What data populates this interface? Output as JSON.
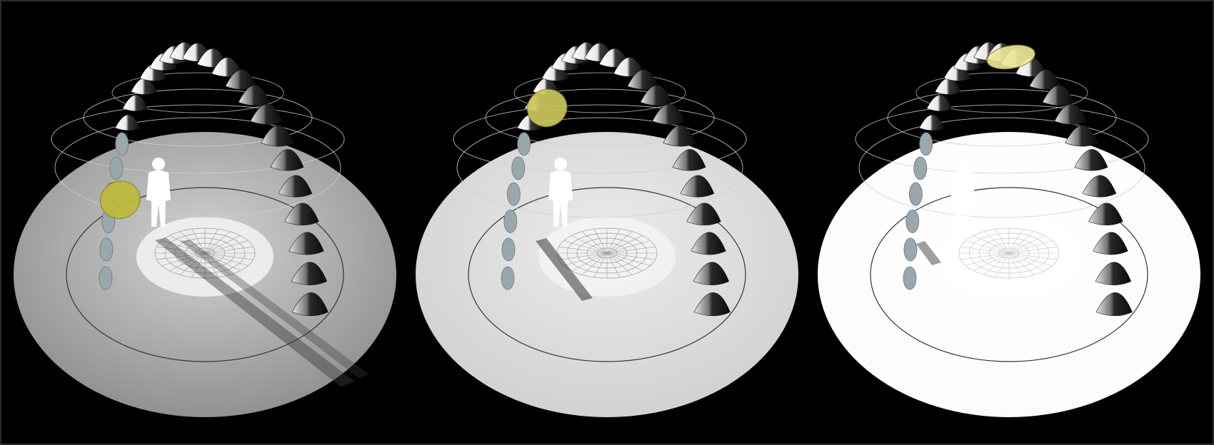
{
  "background": "#000000",
  "panels": [
    {
      "id": "low-sun",
      "disc_color": "#8c8c8c",
      "shade_color": "#d2d2d2",
      "sun_position_index": 1,
      "sun_color": "#bdbb3a",
      "shadow": "long"
    },
    {
      "id": "mid-sun",
      "disc_color": "#cfcfcf",
      "shade_color": "#ececec",
      "sun_position_index": 3,
      "sun_color": "#cbc75a",
      "shadow": "medium"
    },
    {
      "id": "high-sun",
      "disc_color": "#fbfbfb",
      "shade_color": "#ffffff",
      "sun_position_index": 6,
      "sun_color": "#ece79a",
      "shadow": "short"
    }
  ],
  "icons": {
    "person": "person-silhouette-icon",
    "sun": "sun-disc-icon",
    "sundial": "sundial-grid-icon"
  }
}
